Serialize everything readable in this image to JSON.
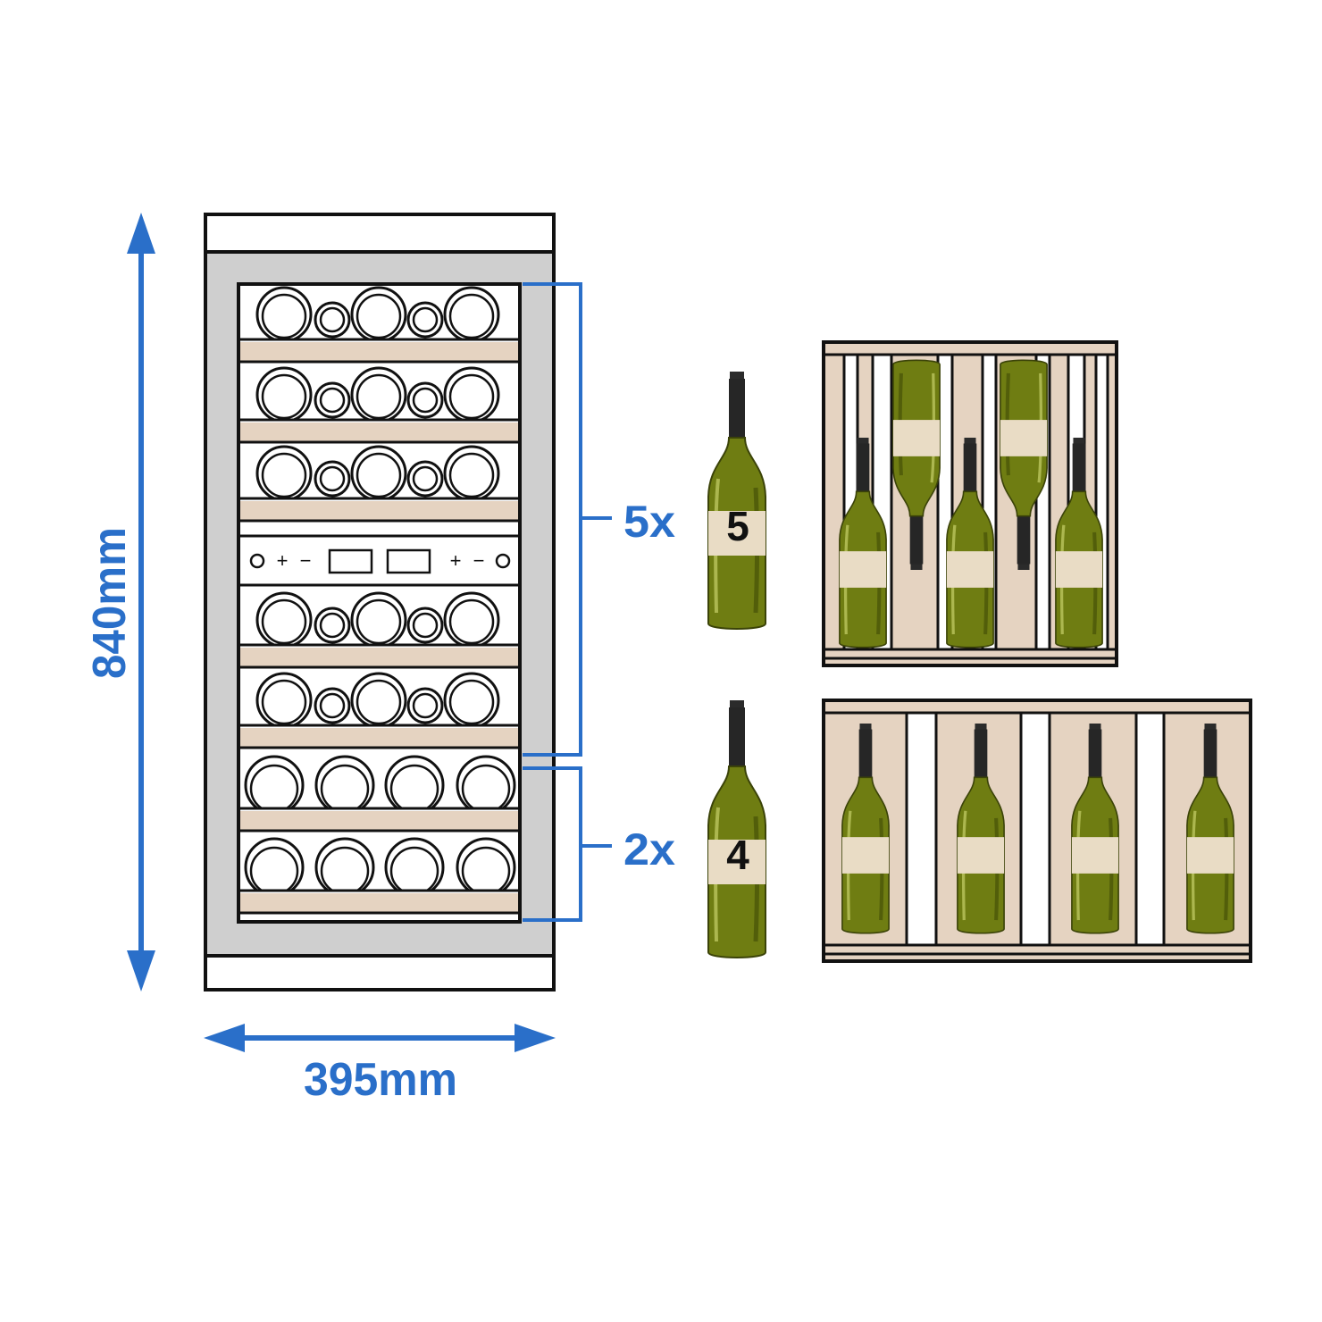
{
  "colors": {
    "accent_blue": "#2a6fc9",
    "outline": "#111111",
    "door_gray": "#cfcfcf",
    "shelf_wood": "#e5d3c1",
    "bottle_glass": "#6f7d12",
    "bottle_label": "#e9dcc5",
    "bottle_cap": "#2b2b2b"
  },
  "dimensions": {
    "height_label": "840mm",
    "width_label": "395mm"
  },
  "zones": [
    {
      "count_label": "5x",
      "bottles_per_shelf": 5,
      "shelf_count": 5,
      "bottle_number": "5"
    },
    {
      "count_label": "2x",
      "bottles_per_shelf": 4,
      "shelf_count": 2,
      "bottle_number": "4"
    }
  ],
  "control_panel": {
    "left_buttons": [
      "○",
      "+",
      "−"
    ],
    "right_buttons": [
      "+",
      "−",
      "○"
    ]
  },
  "icons": [
    "wine-bottle-icon",
    "double-arrow-icon",
    "bracket-icon"
  ]
}
